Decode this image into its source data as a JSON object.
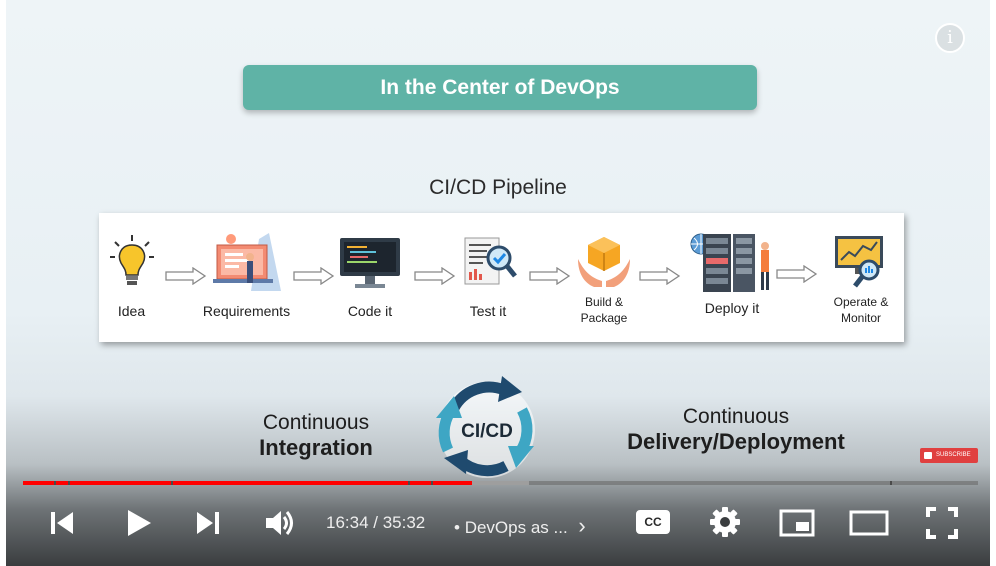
{
  "video": {
    "banner_title": "In the Center of DevOps",
    "pipeline_title": "CI/CD Pipeline",
    "stages": [
      {
        "label_line1": "Idea",
        "label_line2": ""
      },
      {
        "label_line1": "Requirements",
        "label_line2": ""
      },
      {
        "label_line1": "Code it",
        "label_line2": ""
      },
      {
        "label_line1": "Test it",
        "label_line2": ""
      },
      {
        "label_line1": "Build &",
        "label_line2": "Package"
      },
      {
        "label_line1": "Deploy it",
        "label_line2": ""
      },
      {
        "label_line1": "Operate &",
        "label_line2": "Monitor"
      }
    ],
    "ci_line1": "Continuous",
    "ci_line2": "Integration",
    "cycle_label": "CI/CD",
    "cd_line1": "Continuous",
    "cd_line2": "Delivery/Deployment",
    "subscribe_label": "SUBSCRIBE",
    "info_glyph": "i"
  },
  "player": {
    "current_time": "16:34",
    "duration": "35:32",
    "time_display": "16:34 / 35:32",
    "chapter_separator": "•",
    "chapter_title": "DevOps as ...",
    "chapter_chevron": "›",
    "cc_label": "CC",
    "progress_played_fraction": 0.47,
    "progress_buffered_fraction": 0.53,
    "colors": {
      "played": "#ff0000",
      "buffered": "#9e9e9e",
      "unbuffered": "#6a6a6a",
      "banner": "#5fb3a6"
    },
    "icons": [
      "previous-icon",
      "play-icon",
      "next-icon",
      "volume-icon",
      "captions-icon",
      "settings-icon",
      "miniplayer-icon",
      "theater-icon",
      "fullscreen-icon"
    ]
  }
}
